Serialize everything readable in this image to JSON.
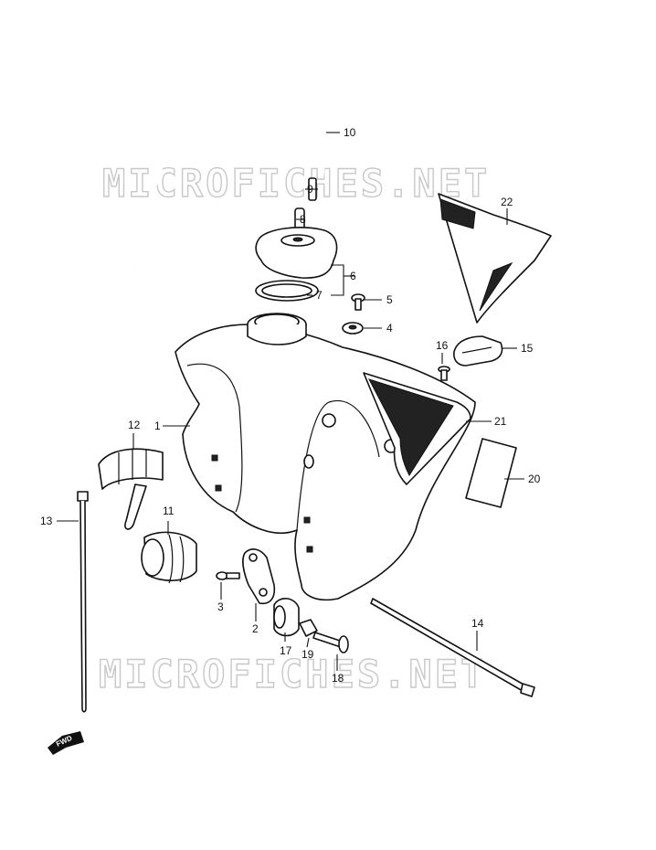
{
  "watermark": "MICROFICHES.NET",
  "fwd_label": "FWD",
  "callouts": {
    "p1": "1",
    "p2": "2",
    "p3": "3",
    "p4": "4",
    "p5": "5",
    "p6": "6",
    "p7": "7",
    "p8": "8",
    "p9": "9",
    "p10": "10",
    "p11": "11",
    "p12": "12",
    "p13": "13",
    "p14": "14",
    "p15": "15",
    "p16": "16",
    "p17": "17",
    "p18": "18",
    "p19": "19",
    "p20": "20",
    "p21": "21",
    "p22": "22"
  }
}
